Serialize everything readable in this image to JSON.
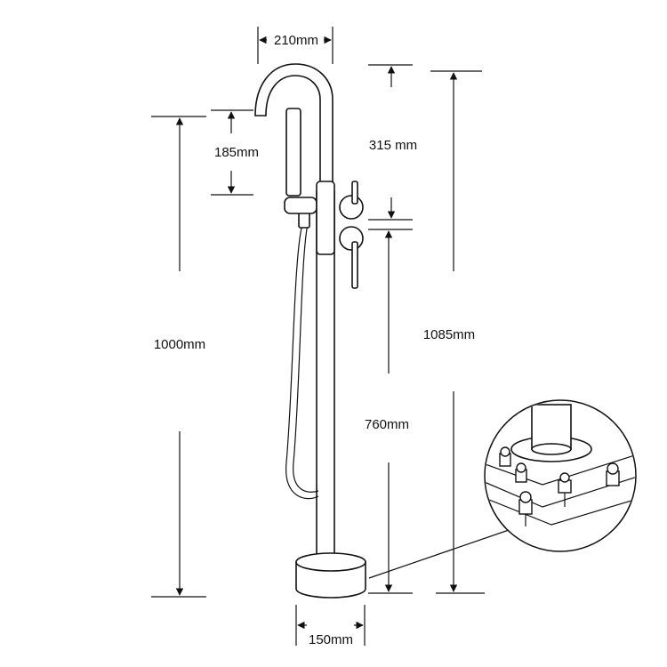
{
  "dimensions": {
    "spout_reach": "210mm",
    "handset_height": "185mm",
    "spout_to_floor": "1000mm",
    "spout_top_to_handle": "315 mm",
    "total_height": "1085mm",
    "handle_to_floor": "760mm",
    "base_diameter": "150mm"
  },
  "colors": {
    "line": "#111111",
    "background": "#ffffff"
  }
}
